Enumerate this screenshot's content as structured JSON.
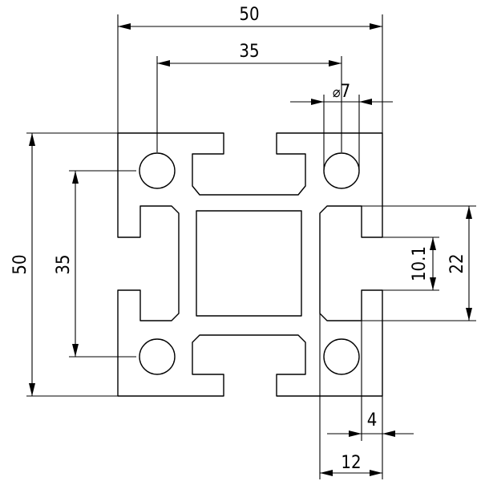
{
  "drawing": {
    "stroke_color": "#000000",
    "background_color": "#ffffff",
    "dimensions": {
      "overall_width": "50",
      "bore_spacing_horizontal": "35",
      "bore_diameter": "7",
      "overall_height": "50",
      "bore_spacing_vertical": "35",
      "slot_opening": "10.1",
      "slot_width": "22",
      "wall_thickness": "4",
      "slot_depth": "12"
    },
    "diameter_symbol": "⌀"
  }
}
